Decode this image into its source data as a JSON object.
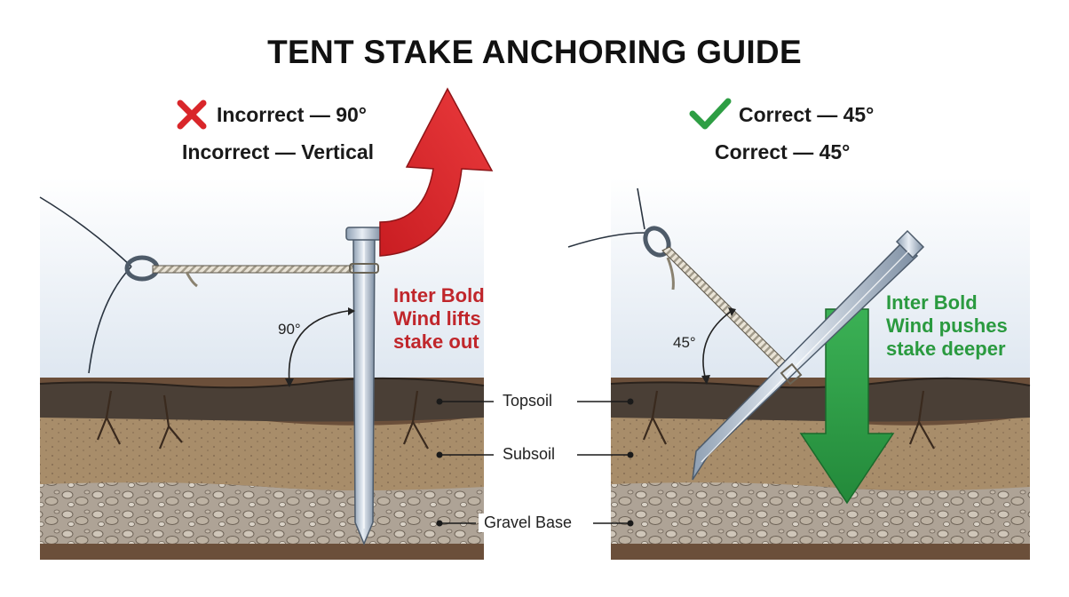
{
  "title": "TENT STAKE ANCHORING GUIDE",
  "left_panel": {
    "heading": "Incorrect — 90°",
    "subheading": "Incorrect — Vertical",
    "angle_label": "90°",
    "note_lines": [
      "Inter Bold",
      "Wind lifts",
      "stake out"
    ],
    "status_icon": "cross-icon"
  },
  "right_panel": {
    "heading": "Correct — 45°",
    "subheading": "Correct — 45°",
    "angle_label": "45°",
    "note_lines": [
      "Inter Bold",
      "Wind pushes",
      "stake deeper"
    ],
    "status_icon": "check-icon"
  },
  "soil_layers": [
    "Topsoil",
    "Subsoil",
    "Gravel Base"
  ],
  "colors": {
    "incorrect": "#d9262a",
    "correct": "#2e9e44",
    "incorrect_text": "#c0262b",
    "correct_text": "#2a9a3f",
    "topsoil": "#4a3f36",
    "subsoil": "#a88d6a",
    "gravel": "#aea396",
    "bedrock": "#6b4f3a",
    "sky": "#e9eef5"
  }
}
